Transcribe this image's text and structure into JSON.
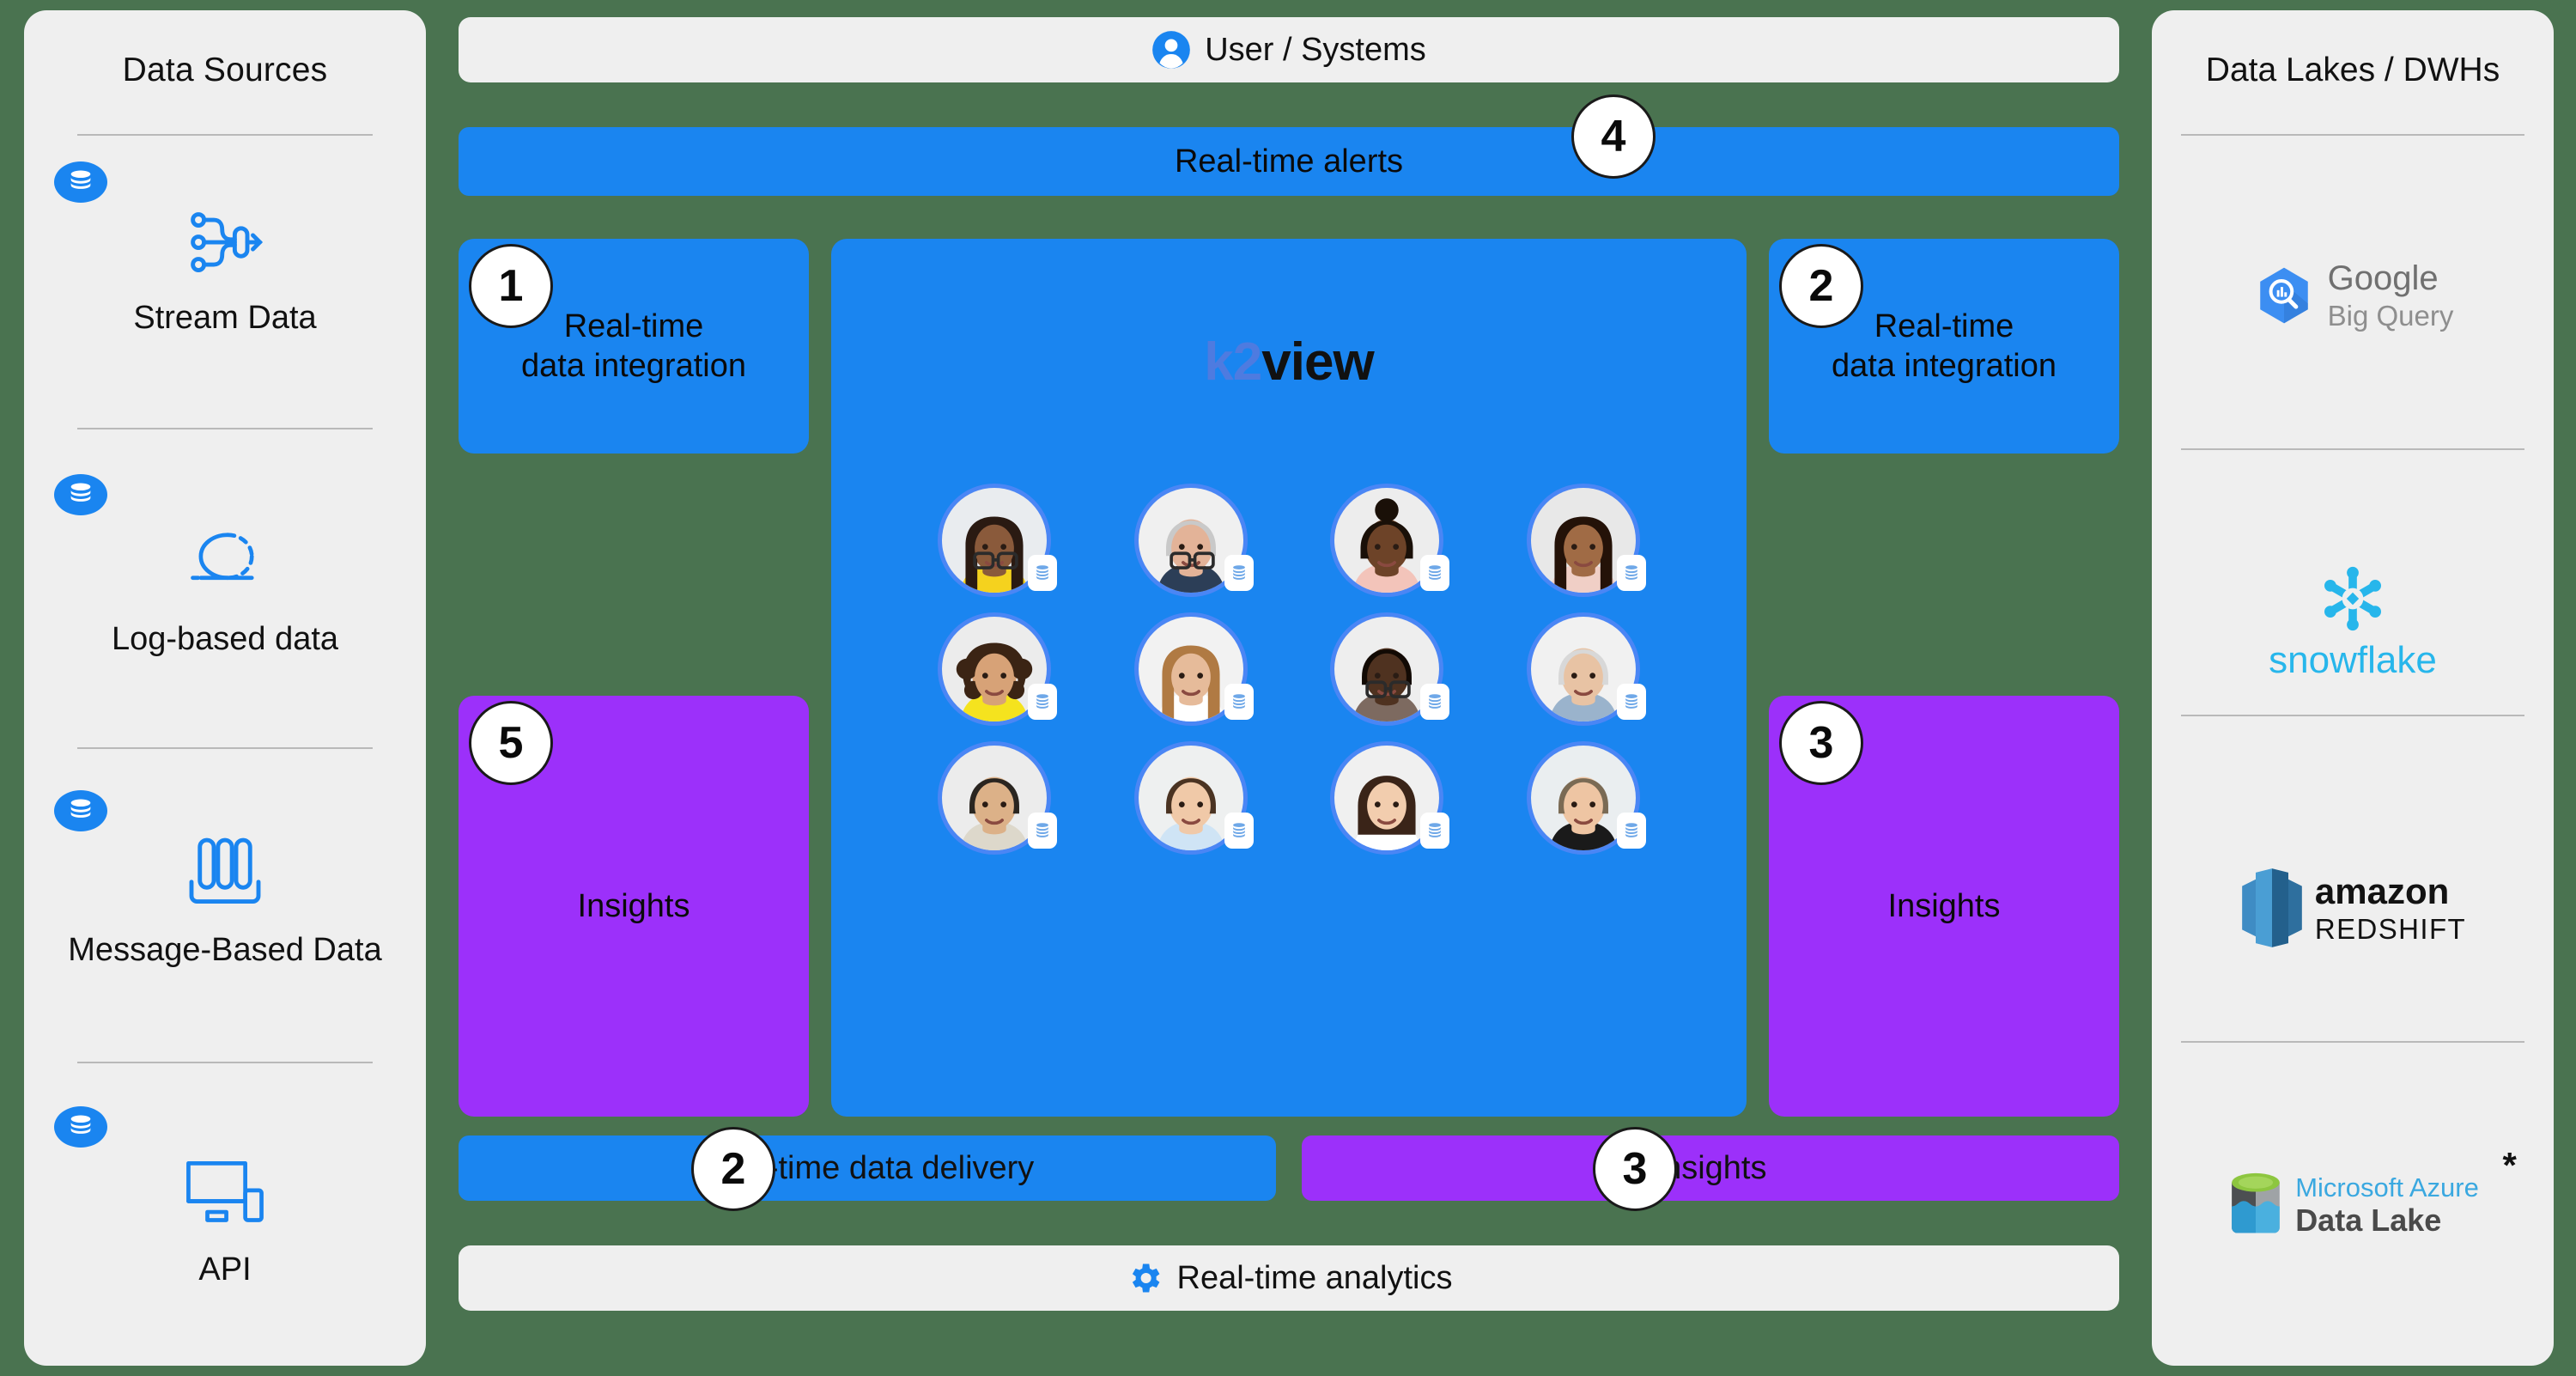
{
  "background_color": "#4a7350",
  "colors": {
    "blue": "#1a85f0",
    "purple": "#9c30fa",
    "panel_gray": "#efefef",
    "divider": "#b9b9b9",
    "logo_k2": "#4e7be0",
    "logo_view": "#111111"
  },
  "left_sidebar": {
    "title": "Data Sources",
    "items": [
      {
        "label": "Stream Data",
        "icon": "stream-data-icon",
        "chip_icon": "database-icon"
      },
      {
        "label": "Log-based data",
        "icon": "log-based-data-icon",
        "chip_icon": "database-icon"
      },
      {
        "label": "Message-Based Data",
        "icon": "message-based-data-icon",
        "chip_icon": "database-icon"
      },
      {
        "label": "API",
        "icon": "api-monitor-icon",
        "chip_icon": "database-icon"
      }
    ]
  },
  "right_sidebar": {
    "title": "Data Lakes / DWHs",
    "items": [
      {
        "name": "google-bigquery-logo",
        "brand": "Google",
        "product": "Big Query",
        "asterisk": ""
      },
      {
        "name": "snowflake-logo",
        "brand": "snowflake",
        "product": "",
        "asterisk": ""
      },
      {
        "name": "amazon-redshift-logo",
        "brand": "amazon",
        "product": "REDSHIFT",
        "asterisk": ""
      },
      {
        "name": "microsoft-azure-data-lake-logo",
        "brand": "Microsoft Azure",
        "product": "Data Lake",
        "asterisk": "*"
      }
    ]
  },
  "top": {
    "user_systems_label": "User / Systems",
    "user_systems_icon": "user-avatar-icon",
    "alerts_label": "Real-time alerts",
    "alerts_badge": "4"
  },
  "cards": {
    "left_top": {
      "label": "Real-time\ndata integration",
      "badge": "1",
      "color": "blue"
    },
    "left_bottom": {
      "label": "Insights",
      "badge": "5",
      "color": "purple"
    },
    "right_top": {
      "label": "Real-time\ndata integration",
      "badge": "2",
      "color": "blue"
    },
    "right_bottom": {
      "label": "Insights",
      "badge": "3",
      "color": "purple"
    }
  },
  "hub": {
    "logo_k2": "k2",
    "logo_view": "view",
    "avatar_count": 12,
    "avatar_rows": 3,
    "avatar_cols": 4,
    "avatar_badge_icon": "database-record-icon",
    "avatars": [
      {
        "name": "avatar-1",
        "skin": "#8a5a3b",
        "hair": "#2a1a12",
        "shirt": "#f5d21e",
        "bg": "#e9ecef",
        "glasses": true,
        "hair_style": "long"
      },
      {
        "name": "avatar-2",
        "skin": "#e3b398",
        "hair": "#c9c9c9",
        "shirt": "#2c3e57",
        "bg": "#f0f0f0",
        "glasses": true,
        "hair_style": "short"
      },
      {
        "name": "avatar-3",
        "skin": "#6d4328",
        "hair": "#1a1008",
        "shirt": "#f3c4ba",
        "bg": "#ededed",
        "glasses": false,
        "hair_style": "bun"
      },
      {
        "name": "avatar-4",
        "skin": "#a06b45",
        "hair": "#241208",
        "shirt": "#f0cfc6",
        "bg": "#e8e8e8",
        "glasses": false,
        "hair_style": "long"
      },
      {
        "name": "avatar-5",
        "skin": "#d7a277",
        "hair": "#3b2414",
        "shirt": "#f5e31e",
        "bg": "#ececec",
        "glasses": false,
        "hair_style": "curly"
      },
      {
        "name": "avatar-6",
        "skin": "#e6bb9a",
        "hair": "#b07a43",
        "shirt": "#ffffff",
        "bg": "#f2f2f2",
        "glasses": false,
        "hair_style": "long"
      },
      {
        "name": "avatar-7",
        "skin": "#4f3220",
        "hair": "#120a04",
        "shirt": "#7d6a60",
        "bg": "#eeeeee",
        "glasses": true,
        "hair_style": "short"
      },
      {
        "name": "avatar-8",
        "skin": "#e8c3a4",
        "hair": "#d8d8d8",
        "shirt": "#9ab3cc",
        "bg": "#f1f1f1",
        "glasses": false,
        "hair_style": "short"
      },
      {
        "name": "avatar-9",
        "skin": "#dcb188",
        "hair": "#2a2520",
        "shirt": "#ddd8cb",
        "bg": "#ececec",
        "glasses": false,
        "hair_style": "short"
      },
      {
        "name": "avatar-10",
        "skin": "#f0c9a8",
        "hair": "#4a3322",
        "shirt": "#cfe4f5",
        "bg": "#eef0f0",
        "glasses": false,
        "hair_style": "short"
      },
      {
        "name": "avatar-11",
        "skin": "#f2cdae",
        "hair": "#3a2418",
        "shirt": "#ffffff",
        "bg": "#f0f0f0",
        "glasses": false,
        "hair_style": "bob"
      },
      {
        "name": "avatar-12",
        "skin": "#eec5a3",
        "hair": "#7a6a54",
        "shirt": "#1a1a1a",
        "bg": "#eaeef0",
        "glasses": false,
        "hair_style": "short"
      }
    ]
  },
  "bottom": {
    "delivery_label": "Real-time data delivery",
    "delivery_badge": "2",
    "insights_label": "Insights",
    "insights_badge": "3",
    "analytics_label": "Real-time analytics",
    "analytics_icon": "gear-icon"
  }
}
